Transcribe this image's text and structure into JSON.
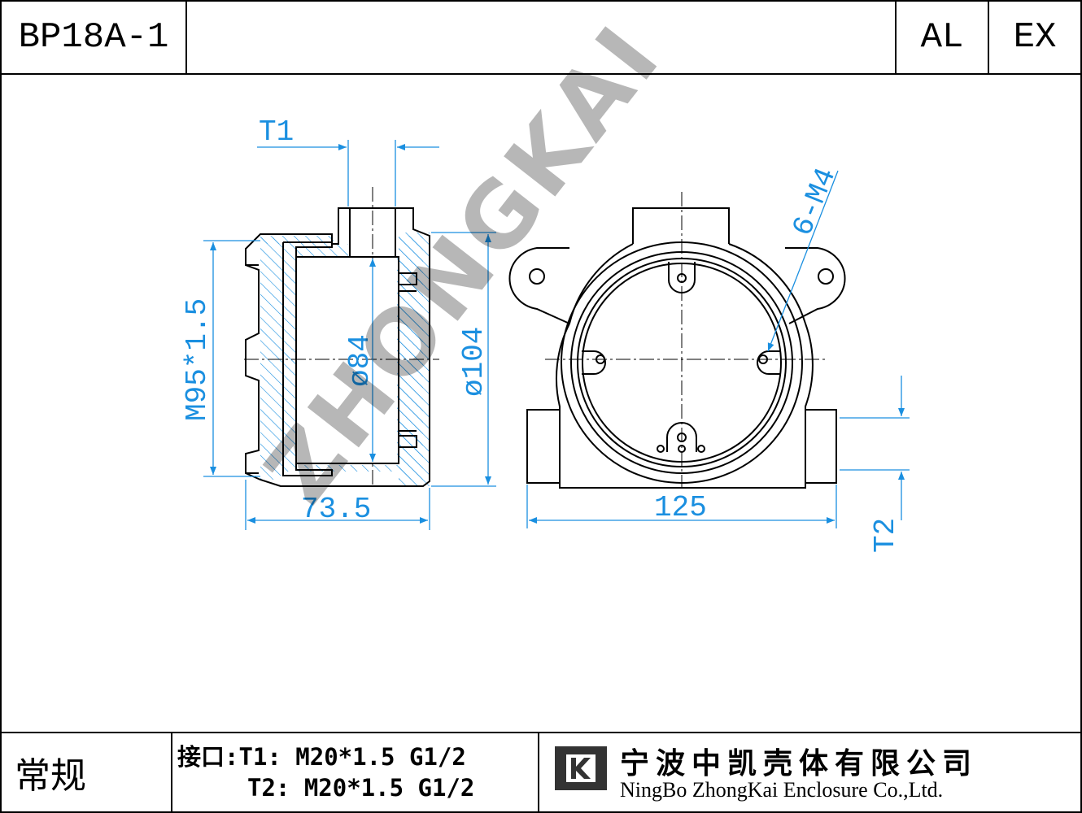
{
  "title_block": {
    "model": "BP18A-1",
    "material": "AL",
    "rating": "EX",
    "type": "常规",
    "ports_line1": "接口:T1: M20*1.5 G1/2",
    "ports_line2": "T2: M20*1.5 G1/2",
    "company_cn": "宁波中凯壳体有限公司",
    "company_en": "NingBo ZhongKai Enclosure Co.,Ltd."
  },
  "dimensions": {
    "t1": "T1",
    "t2": "T2",
    "thread": "M95*1.5",
    "inner_dia": "ø84",
    "outer_dia": "ø104",
    "depth": "73.5",
    "width": "125",
    "screws": "6-M4"
  },
  "watermark": "ZHONGKAI",
  "colors": {
    "dimension": "#1a8fe0",
    "line": "#000000",
    "watermark": "#000000"
  }
}
